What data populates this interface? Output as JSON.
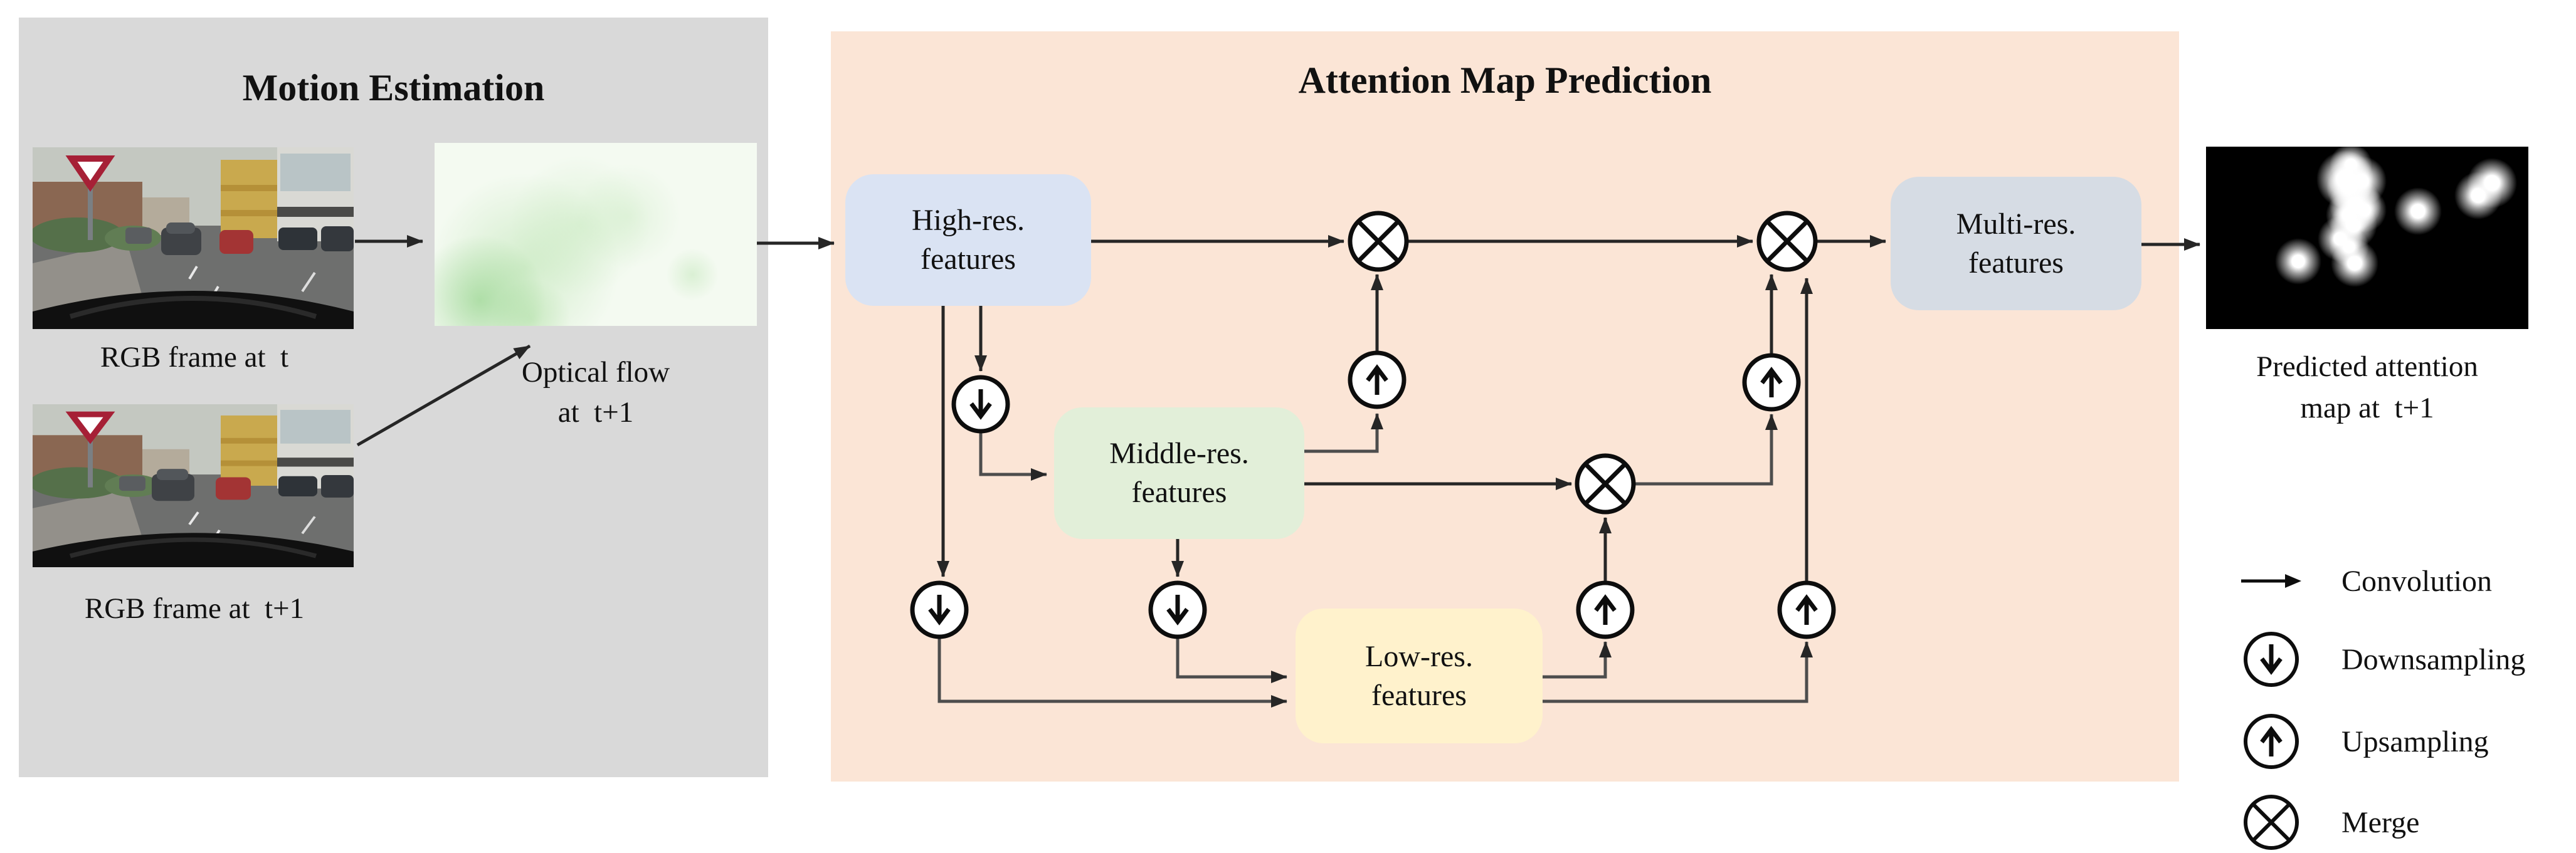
{
  "motion_panel": {
    "title": "Motion Estimation",
    "frame_t_caption": "RGB frame at  t",
    "frame_t1_caption": "RGB frame at  t+1",
    "flow_caption": "Optical flow\nat  t+1"
  },
  "attention_panel": {
    "title": "Attention Map Prediction",
    "high_res_label": "High-res.\nfeatures",
    "middle_res_label": "Middle-res.\nfeatures",
    "low_res_label": "Low-res.\nfeatures",
    "multi_res_label": "Multi-res.\nfeatures"
  },
  "output": {
    "map_caption": "Predicted attention\nmap at  t+1"
  },
  "legend": {
    "items": [
      {
        "icon": "convolution-arrow-icon",
        "label": "Convolution"
      },
      {
        "icon": "downsampling-icon",
        "label": "Downsampling"
      },
      {
        "icon": "upsampling-icon",
        "label": "Upsampling"
      },
      {
        "icon": "merge-icon",
        "label": "Merge"
      }
    ]
  },
  "colors": {
    "motion_panel_bg": "#d9d9d9",
    "attention_panel_bg": "#fbe5d6",
    "high_res_box": "#dae3f3",
    "middle_res_box": "#e2efd9",
    "low_res_box": "#fff2cc",
    "multi_res_box": "#d6dce4",
    "line": "#262626",
    "attention_map_bg": "#000000"
  }
}
